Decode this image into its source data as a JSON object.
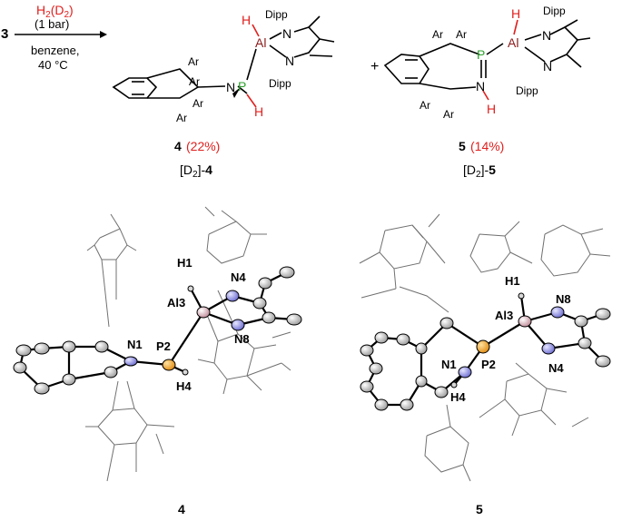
{
  "reaction": {
    "start_label": "3",
    "reagent_h": "H",
    "reagent_h_sub": "2",
    "reagent_d": "(D",
    "reagent_d_sub": "2",
    "reagent_close": ")",
    "pressure": "(1 bar)",
    "solvent": "benzene,",
    "temperature": "40 °C",
    "plus": "+"
  },
  "product4": {
    "number": "4",
    "yield": "(22%)",
    "deuterated_open": "[D",
    "deuterated_sub": "2",
    "deuterated_close": "]-",
    "deuterated_number": "4",
    "atoms": {
      "al": "Al",
      "p": "P",
      "n": "N",
      "n_ring1": "N",
      "n_ring2": "N",
      "h_al": "H",
      "h_p": "H"
    },
    "groups": {
      "ar1": "Ar",
      "ar2": "Ar",
      "ar3": "Ar",
      "ar4": "Ar",
      "dipp1": "Dipp",
      "dipp2": "Dipp"
    }
  },
  "product5": {
    "number": "5",
    "yield": "(14%)",
    "deuterated_open": "[D",
    "deuterated_sub": "2",
    "deuterated_close": "]-",
    "deuterated_number": "5",
    "atoms": {
      "al": "Al",
      "p": "P",
      "n": "N",
      "n_ring1": "N",
      "n_ring2": "N",
      "h_al": "H",
      "h_n": "H"
    },
    "groups": {
      "ar1": "Ar",
      "ar2": "Ar",
      "ar3": "Ar",
      "ar4": "Ar",
      "dipp1": "Dipp",
      "dipp2": "Dipp"
    }
  },
  "structure4": {
    "caption": "4",
    "labels": {
      "h1": "H1",
      "n4": "N4",
      "al3": "Al3",
      "n1": "N1",
      "p2": "P2",
      "n8": "N8",
      "h4": "H4"
    }
  },
  "structure5": {
    "caption": "5",
    "labels": {
      "h1": "H1",
      "n8": "N8",
      "al3": "Al3",
      "n1": "N1",
      "p2": "P2",
      "n4": "N4",
      "h4": "H4"
    }
  },
  "colors": {
    "highlight": "#e0201e",
    "phosphorus": "#2fa12f",
    "aluminium": "#8b1a1a",
    "nitrogen_ellipsoid": "#8a8ad8",
    "phosphorus_ellipsoid": "#f0a020",
    "aluminium_ellipsoid": "#d9a8b4"
  }
}
